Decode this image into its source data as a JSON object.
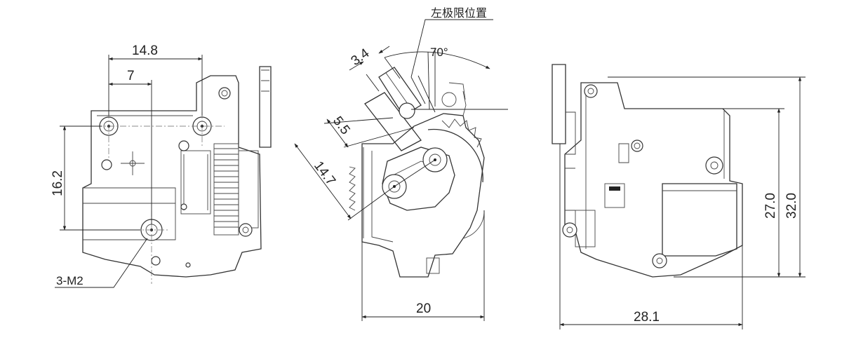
{
  "labels": {
    "left_limit_position": "左极限位置",
    "angle": "70°",
    "thread": "3-M2"
  },
  "dimensions": {
    "left_width": "14.8",
    "left_offset": "7",
    "left_height": "16.2",
    "mid_small": "3.4",
    "mid_arm": "5.5",
    "mid_radius": "14.7",
    "mid_width": "20",
    "right_width": "28.1",
    "right_inner_height": "27.0",
    "right_total_height": "32.0"
  }
}
